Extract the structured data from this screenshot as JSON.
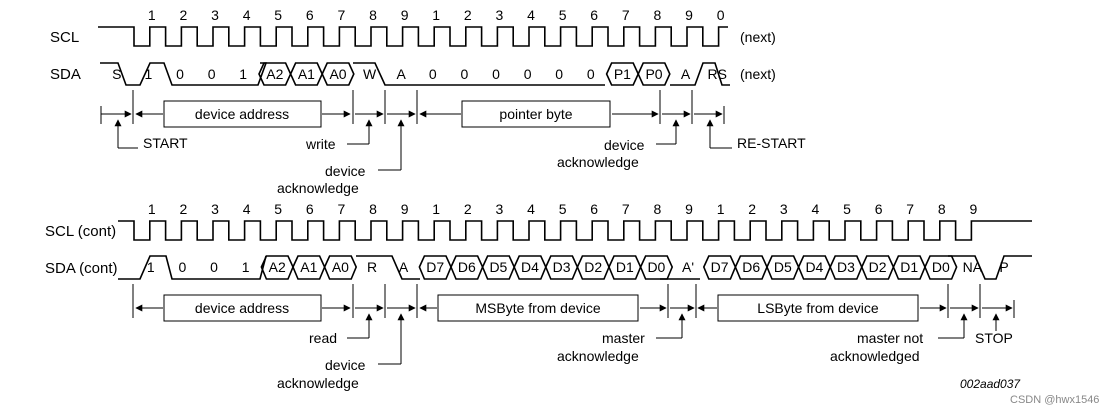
{
  "top": {
    "scl_label": "SCL",
    "sda_label": "SDA",
    "next1": "(next)",
    "next2": "(next)",
    "clock_numbers": [
      "1",
      "2",
      "3",
      "4",
      "5",
      "6",
      "7",
      "8",
      "9",
      "1",
      "2",
      "3",
      "4",
      "5",
      "6",
      "7",
      "8",
      "9",
      "0"
    ],
    "sda_bits": [
      "S",
      "1",
      "0",
      "0",
      "1",
      "A2",
      "A1",
      "A0",
      "W",
      "A",
      "0",
      "0",
      "0",
      "0",
      "0",
      "0",
      "P1",
      "P0",
      "A",
      "RS"
    ],
    "box1": "device address",
    "box2": "pointer byte",
    "ann_start": "START",
    "ann_write": "write",
    "ann_dev_ack_1": "device",
    "ann_dev_ack_2": "acknowledge",
    "ann_dev_ack2_1": "device",
    "ann_dev_ack2_2": "acknowledge",
    "ann_restart": "RE-START"
  },
  "bottom": {
    "scl_label": "SCL (cont)",
    "sda_label": "SDA (cont)",
    "clock_numbers": [
      "1",
      "2",
      "3",
      "4",
      "5",
      "6",
      "7",
      "8",
      "9",
      "1",
      "2",
      "3",
      "4",
      "5",
      "6",
      "7",
      "8",
      "9",
      "1",
      "2",
      "3",
      "4",
      "5",
      "6",
      "7",
      "8",
      "9"
    ],
    "sda_bits": [
      "1",
      "0",
      "0",
      "1",
      "A2",
      "A1",
      "A0",
      "R",
      "A",
      "D7",
      "D6",
      "D5",
      "D4",
      "D3",
      "D2",
      "D1",
      "D0",
      "A'",
      "D7",
      "D6",
      "D5",
      "D4",
      "D3",
      "D2",
      "D1",
      "D0",
      "NA",
      "P"
    ],
    "box1": "device address",
    "box2": "MSByte from device",
    "box3": "LSByte from device",
    "ann_read": "read",
    "ann_dev_ack_1": "device",
    "ann_dev_ack_2": "acknowledge",
    "ann_master_ack_1": "master",
    "ann_master_ack_2": "acknowledge",
    "ann_master_nack_1": "master not",
    "ann_master_nack_2": "acknowledged",
    "ann_stop": "STOP"
  },
  "figure_id": "002aad037",
  "watermark": "CSDN @hwx1546"
}
